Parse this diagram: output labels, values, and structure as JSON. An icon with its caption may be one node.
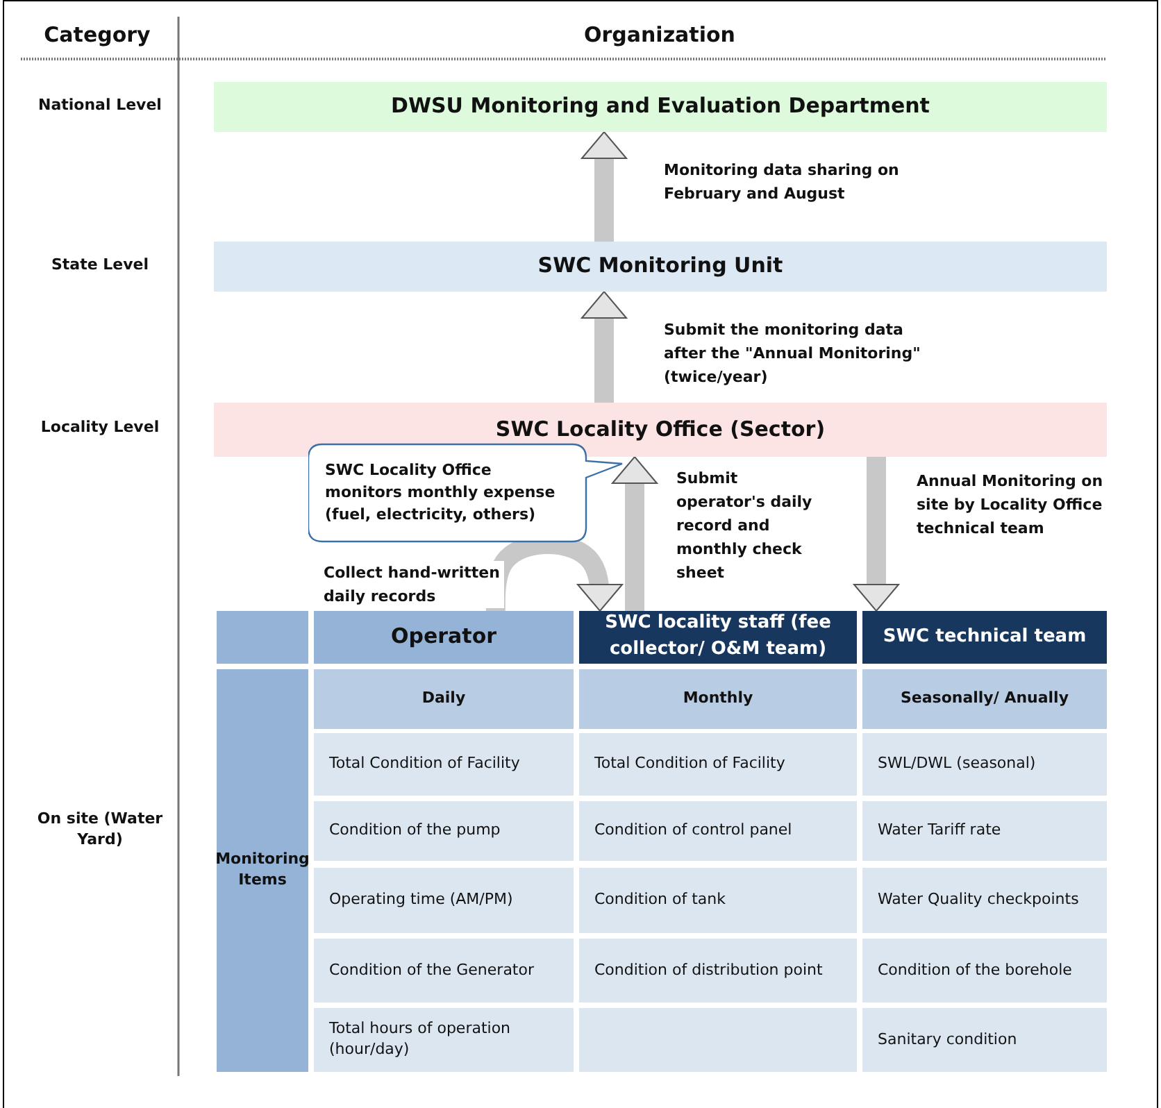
{
  "diagram": {
    "nodes": [
      {
        "text": [
          "DWSU  Monitoring and Evaluation Department"
        ]
      },
      {
        "text": [
          "SWC Monitoring Unit"
        ]
      },
      {
        "text": [
          "SWC Locality Office (Sector)"
        ]
      },
      {
        "text": [
          "SWC Locality Office monitors monthly expense (fuel, electricity, others)"
        ]
      },
      {
        "text": [
          "Operator"
        ]
      },
      {
        "text": [
          "SWC locality staff (fee collector/ O&M team)"
        ]
      },
      {
        "text": [
          "SWC technical team"
        ]
      }
    ],
    "edges": [
      {
        "from": 1,
        "to": 0,
        "arrow": "to",
        "label": "Monitoring data sharing on February and August"
      },
      {
        "from": 2,
        "to": 1,
        "arrow": "to",
        "label": "Submit the monitoring data after the \"Annual Monitoring\" (twice/year)"
      },
      {
        "from": 5,
        "to": 2,
        "arrow": "to",
        "label": "Submit operator's daily record and monthly check sheet"
      },
      {
        "from": 2,
        "to": 6,
        "arrow": "to",
        "label": "Annual Monitoring on site by Locality Office technical team"
      },
      {
        "from": 4,
        "to": 5,
        "arrow": "to",
        "label": "Collect hand-written daily records"
      }
    ],
    "labels": [
      "Category",
      "Organization",
      "National Level",
      "State Level",
      "Locality Level",
      "On site (Water Yard)",
      "Monitoring Items",
      "Daily",
      "Monthly",
      "Seasonally/ Anually",
      "Total Condition of Facility",
      "Total Condition of Facility",
      "SWL/DWL (seasonal)",
      "Condition of the pump",
      "Condition of control panel",
      "Water Tariff rate",
      "Operating time (AM/PM)",
      "Condition of tank",
      "Water Quality checkpoints",
      "Condition of the Generator",
      "Condition of distribution point",
      "Condition of the borehole",
      "Total hours of operation (hour/day)",
      "Sanitary condition"
    ]
  }
}
